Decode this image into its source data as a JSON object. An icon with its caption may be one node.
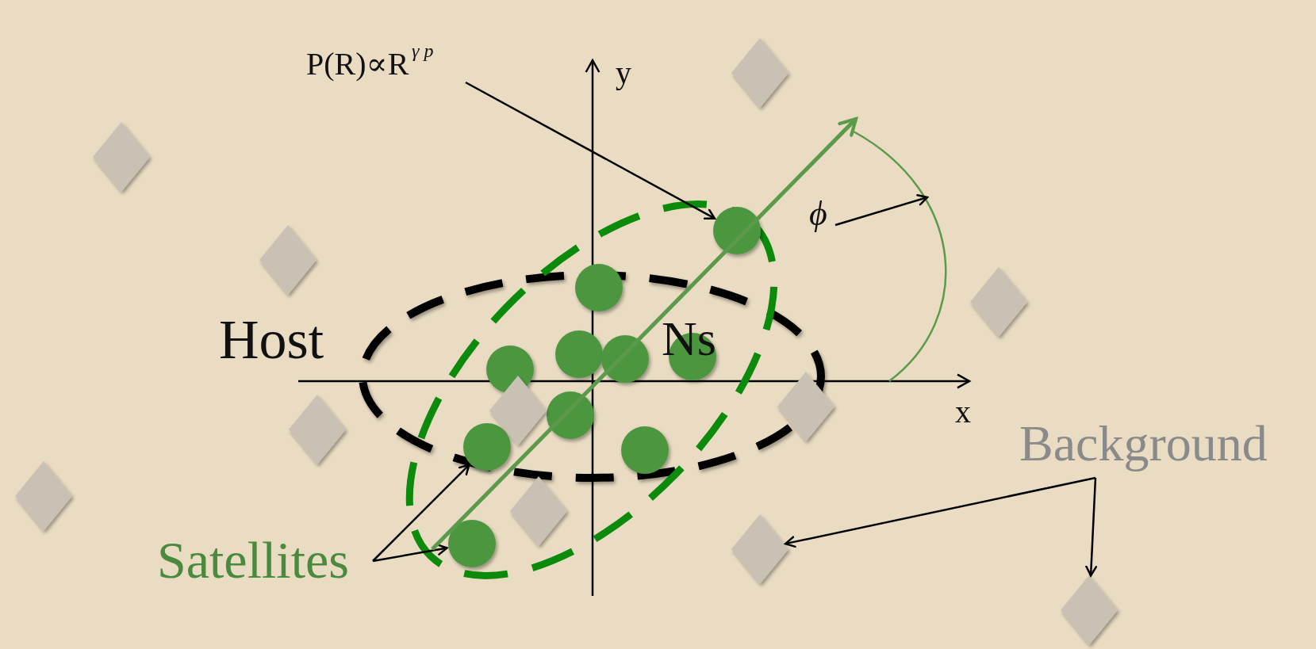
{
  "diagram": {
    "nodes": [
      {
        "text": [
          "P(R)∝R$^{γ p}$"
        ]
      },
      {
        "text": [],
        "shape": "circle"
      },
      {
        "text": [
          "ϕ"
        ]
      },
      {
        "text": [
          "Satellites"
        ]
      },
      {
        "text": [],
        "shape": "circle"
      },
      {
        "text": [],
        "shape": "circle"
      },
      {
        "text": [
          "Background"
        ]
      },
      {
        "text": [],
        "shape": "diamond"
      },
      {
        "text": [],
        "shape": "diamond"
      },
      {
        "text": [],
        "shape": "arc"
      },
      {
        "text": [],
        "shape": "circle"
      },
      {
        "text": [],
        "shape": "circle"
      },
      {
        "text": [],
        "shape": "circle"
      },
      {
        "text": [],
        "shape": "circle"
      },
      {
        "text": [],
        "shape": "circle"
      },
      {
        "text": [],
        "shape": "circle"
      },
      {
        "text": [],
        "shape": "circle"
      },
      {
        "text": [],
        "shape": "diamond"
      },
      {
        "text": [],
        "shape": "diamond"
      },
      {
        "text": [],
        "shape": "diamond"
      },
      {
        "text": [],
        "shape": "diamond"
      },
      {
        "text": [],
        "shape": "diamond"
      },
      {
        "text": [],
        "shape": "diamond"
      },
      {
        "text": [],
        "shape": "diamond"
      },
      {
        "text": [],
        "shape": "diamond"
      },
      {
        "text": [],
        "shape": "diamond"
      }
    ],
    "edges": [
      {
        "from": 0,
        "to": 1,
        "arrow": "to"
      },
      {
        "from": 2,
        "to": 9,
        "arrow": "to"
      },
      {
        "from": 3,
        "to": 4,
        "arrow": "to"
      },
      {
        "from": 3,
        "to": 5,
        "arrow": "to"
      },
      {
        "from": 6,
        "to": 7,
        "arrow": "to"
      },
      {
        "from": 6,
        "to": 8,
        "arrow": "to"
      },
      {
        "from": null,
        "to": 9,
        "arrow": "to",
        "style": "thick",
        "color": "#5a9a4a"
      }
    ],
    "labels": [
      "y",
      "x",
      "Host",
      "Ns"
    ]
  }
}
